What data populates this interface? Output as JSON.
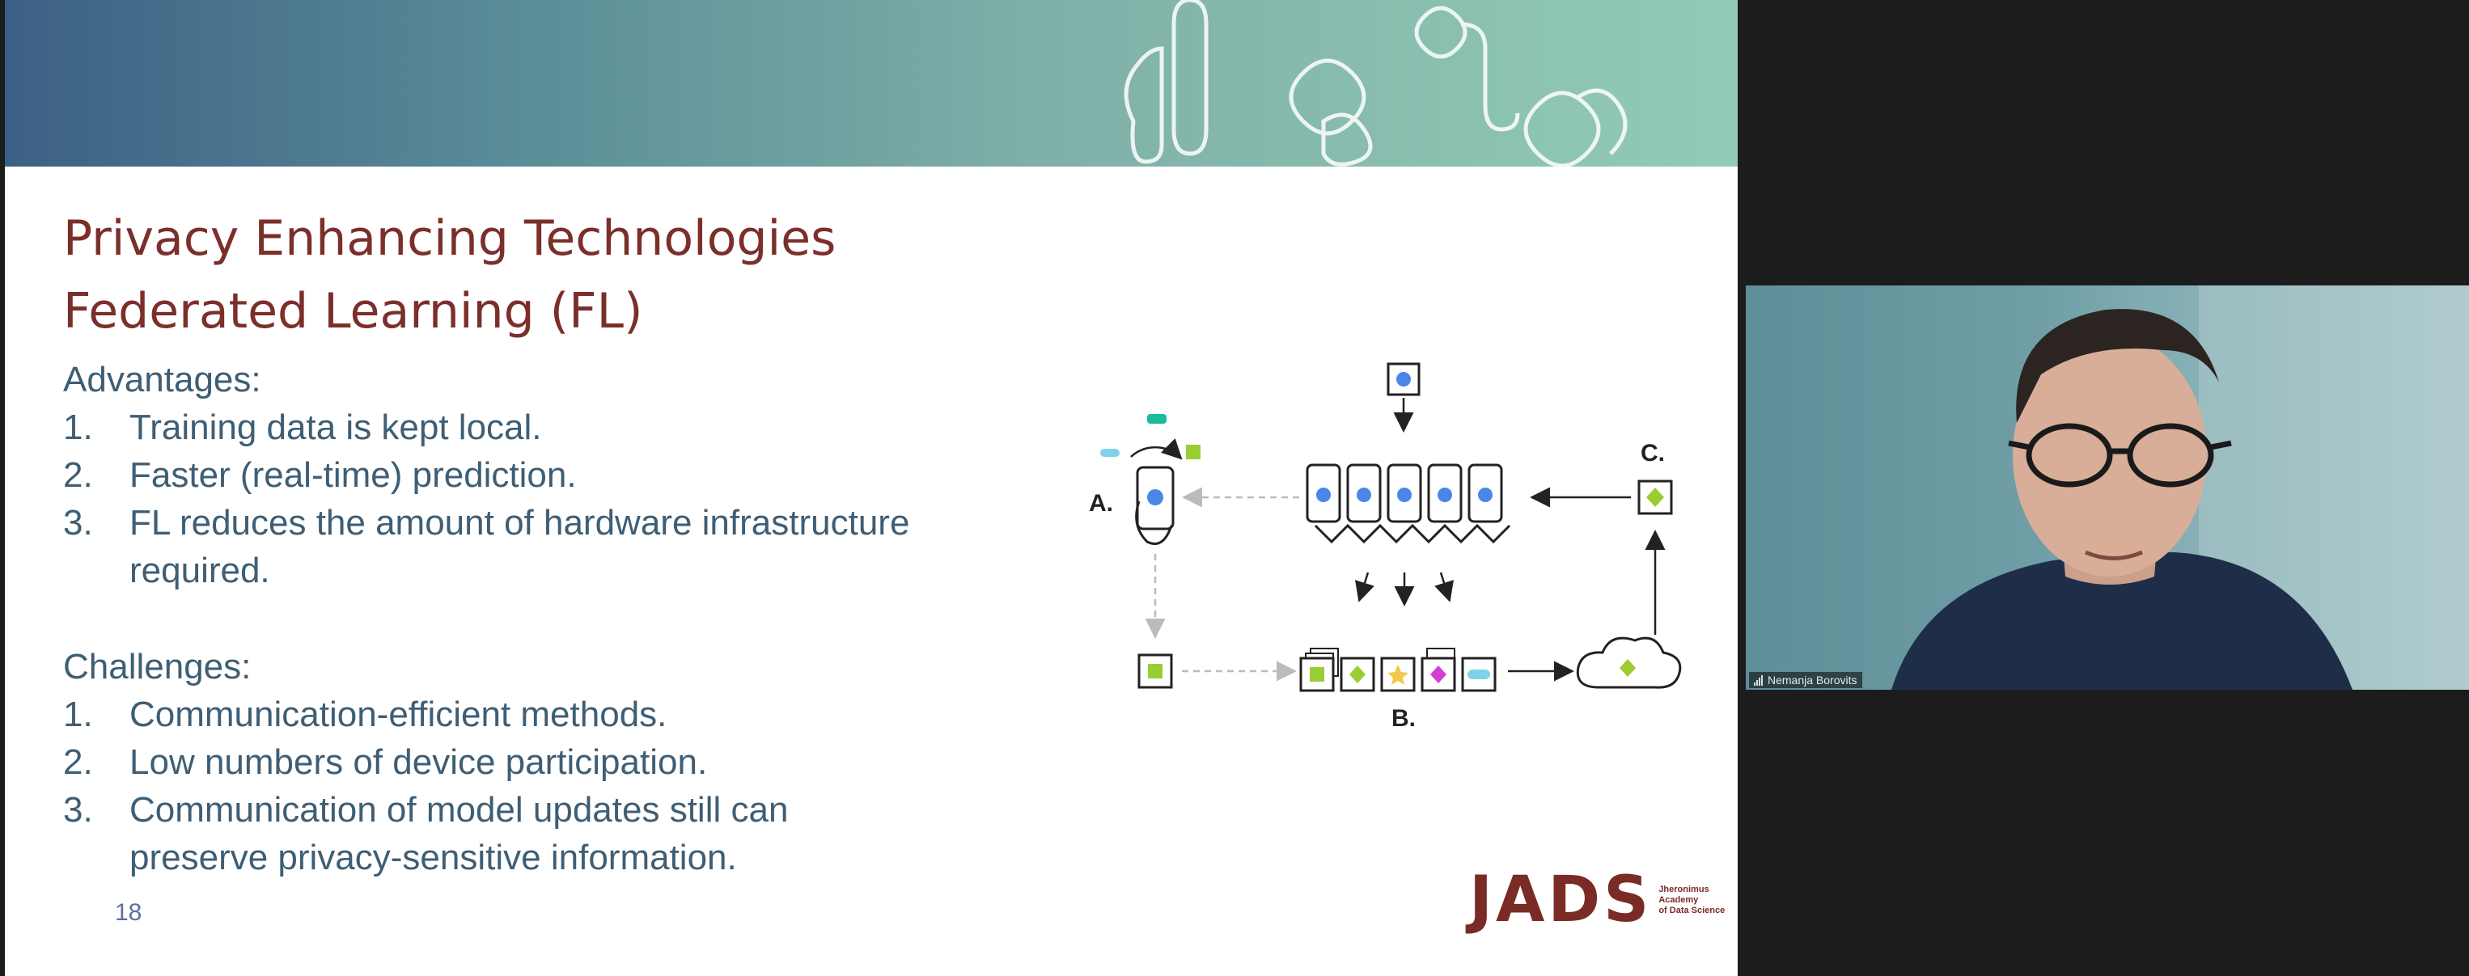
{
  "slide": {
    "title_line1": "Privacy Enhancing Technologies",
    "title_line2": "Federated Learning (FL)",
    "advantages_heading": "Advantages:",
    "advantages": [
      {
        "num": "1.",
        "text": "Training data is kept local."
      },
      {
        "num": "2.",
        "text": "Faster (real-time) prediction."
      },
      {
        "num": "3.",
        "text": "FL reduces the amount of hardware infrastructure required."
      }
    ],
    "challenges_heading": "Challenges:",
    "challenges": [
      {
        "num": "1.",
        "text": "Communication-efficient methods."
      },
      {
        "num": "2.",
        "text": "Low numbers of device participation."
      },
      {
        "num": "3.",
        "text": "Communication of model updates still can preserve privacy-sensitive information."
      }
    ],
    "page_number": "18",
    "diagram_labels": {
      "a": "A.",
      "b": "B.",
      "c": "C."
    },
    "logo": {
      "word": "JADS",
      "sub_line1": "Jheronimus",
      "sub_line2": "Academy",
      "sub_line3": "of Data Science"
    }
  },
  "video": {
    "participant_name": "Nemanja Borovits"
  },
  "colors": {
    "title": "#7b2f2b",
    "body_text": "#3e5e75",
    "accent_blue": "#4a86e8",
    "accent_green": "#9acd32",
    "accent_teal": "#1abc9c",
    "accent_magenta": "#d33fd3",
    "accent_yellow": "#f2c94c"
  },
  "icons": [
    "signal-icon"
  ]
}
